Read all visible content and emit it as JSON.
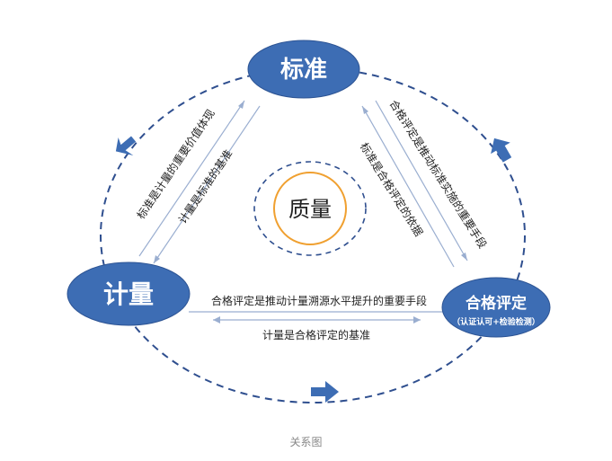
{
  "diagram": {
    "center_label": "质量",
    "nodes": {
      "standard": "标准",
      "metrology": "计量",
      "conformity": "合格评定",
      "conformity_sub": "（认证认可+检验检测）"
    },
    "relations": {
      "std_to_metro": "标准是计量的重要价值体现",
      "metro_to_std": "计量是标准的基准",
      "conf_to_std": "合格评定是推动标准实施的重要手段",
      "std_to_conf": "标准是合格评定的依据",
      "conf_to_metro": "合格评定是推动计量溯源水平提升的重要手段",
      "metro_to_conf": "计量是合格评定的基准"
    },
    "colors": {
      "node_fill": "#3d6db4",
      "dash": "#2f4f8f",
      "center_ring": "#f0a030",
      "relation_line": "#9aaed0",
      "arrow_fill": "#3d6db4"
    }
  },
  "caption": "关系图"
}
